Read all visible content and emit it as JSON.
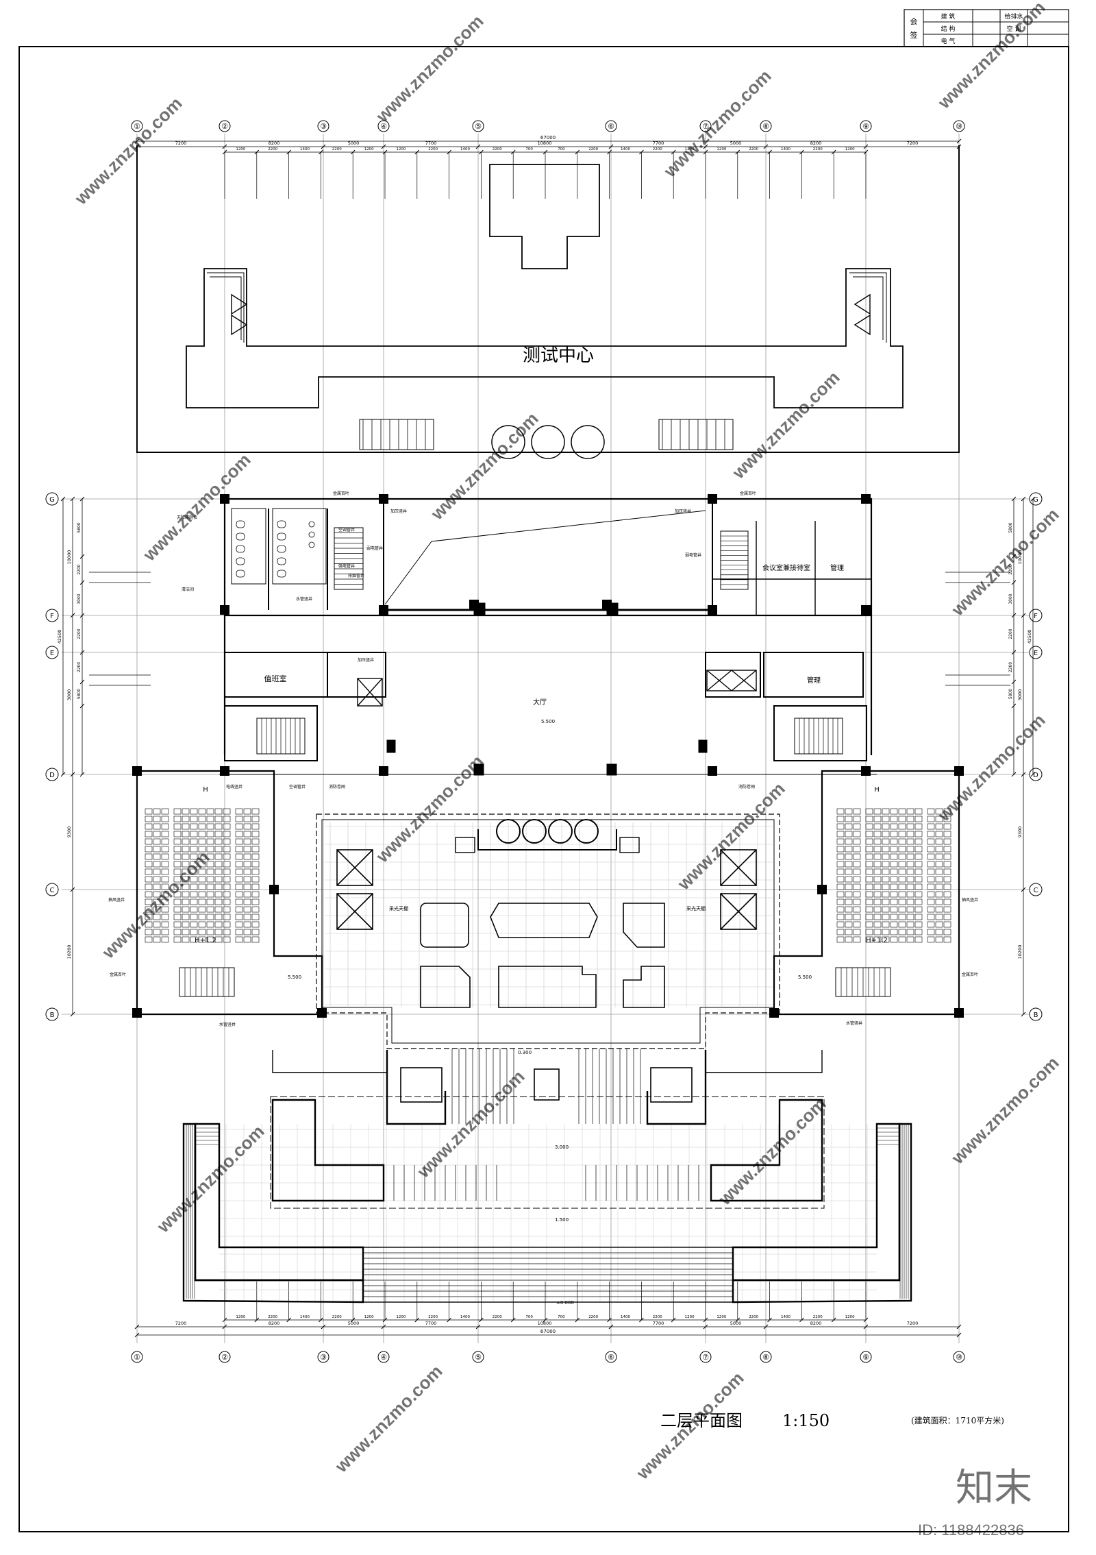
{
  "title_block": {
    "sign_label": "会",
    "sign_label2": "签",
    "rows": [
      {
        "discipline": "建 筑",
        "extra": "给排水"
      },
      {
        "discipline": "结 构",
        "extra": "空 调"
      },
      {
        "discipline": "电 气",
        "extra": ""
      }
    ]
  },
  "drawing": {
    "title": "二层平面图",
    "scale": "1:150",
    "area_note": "(建筑面积：1710平方米)",
    "building_name": "测试中心"
  },
  "axes": {
    "columns": [
      "①",
      "②",
      "③",
      "④",
      "⑤",
      "⑥",
      "⑦",
      "⑧",
      "⑨",
      "⑩"
    ],
    "rows": [
      "G",
      "F",
      "E",
      "D",
      "C",
      "B"
    ],
    "overall_width": "67000",
    "overall_height": "42500",
    "top_spans": [
      "7200",
      "8200",
      "5000",
      "7700",
      "10800",
      "7700",
      "5000",
      "8200",
      "7200"
    ],
    "sub_spans": [
      "1200",
      "2200",
      "1400",
      "2200",
      "1200",
      "1200",
      "2200",
      "1400",
      "2200",
      "700",
      "700",
      "2200",
      "1400",
      "2200",
      "1200",
      "1200",
      "2200",
      "1400",
      "2200",
      "1200"
    ],
    "left_dims": [
      "5800",
      "2200",
      "3000",
      "2200",
      "5800",
      "9300",
      "10200",
      "10000",
      "10000",
      "42500"
    ]
  },
  "rooms": {
    "lobby": "大厅",
    "duty": "值班室",
    "meeting": "会议室兼接待室",
    "manage1": "管理",
    "manage2": "管理",
    "skylight_l": "采光天棚",
    "skylight_r": "采光天棚",
    "lecture_h": "H",
    "lecture_h2": "H+1.2",
    "accessible_wc": "无障碍厕位",
    "cleaning": "清洁间"
  },
  "shafts": {
    "metal_louver": "金属百叶",
    "pressure_shaft": "加压竖井",
    "ac_shaft": "空调管井",
    "strong_shaft": "强电管井",
    "weak_shaft": "弱电管井",
    "drain_shaft": "排烟管井",
    "water_shaft": "水管竖井",
    "fire_shutter": "消防卷闸",
    "wire_shaft": "电线竖井",
    "exhaust_shaft": "抽风竖井"
  },
  "elevations": {
    "lobby": "5.500",
    "left_stair": "5.500",
    "right_stair": "5.500",
    "entrance": "0.300",
    "plaza": "3.000",
    "lower": "1.500",
    "ground": "±0.000"
  },
  "watermark": {
    "logo": "知末",
    "id": "ID: 1188422836",
    "site": "www.znzmo.com"
  },
  "colors": {
    "line": "#000000",
    "grid": "#9a9a9a",
    "hatch": "#c8c8c8",
    "watermark": "#dadada"
  }
}
